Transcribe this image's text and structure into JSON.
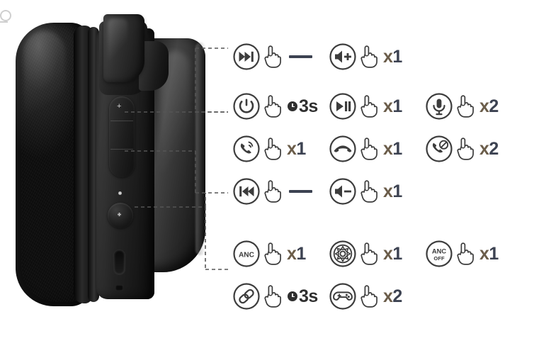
{
  "product": {
    "type": "over-ear-headphone",
    "view": "side-profile",
    "color": "black",
    "controls": [
      {
        "name": "volume-up-button",
        "glyph": "+"
      },
      {
        "name": "multifunction-button",
        "glyph": "O"
      },
      {
        "name": "volume-down-button",
        "glyph": "-"
      },
      {
        "name": "bluetooth-button",
        "glyph": "bluetooth-icon"
      },
      {
        "name": "led-indicator",
        "glyph": "led-dot"
      },
      {
        "name": "usb-c-port",
        "glyph": "usb-c-icon"
      },
      {
        "name": "microphone-hole",
        "glyph": "mic-hole"
      }
    ]
  },
  "legend": {
    "gesture_icon": "tap-hand-icon",
    "groups": [
      {
        "name": "upper-button-group",
        "items": [
          {
            "id": "next-track",
            "icon": "next-track-icon",
            "gesture": "tap-hand-icon",
            "action_type": "dash",
            "action_label": "—",
            "col": 0,
            "row": 0
          },
          {
            "id": "volume-up",
            "icon": "volume-up-icon",
            "gesture": "tap-hand-icon",
            "action_type": "count",
            "action_label": "x1",
            "count_x": "x",
            "count_n": "1",
            "col": 1,
            "row": 0
          }
        ]
      },
      {
        "name": "multifunction-button-group",
        "items": [
          {
            "id": "power",
            "icon": "power-icon",
            "gesture": "tap-hand-icon",
            "action_type": "timer",
            "action_label": "3s",
            "timer_label": "3s",
            "col": 0,
            "row": 1
          },
          {
            "id": "play-pause",
            "icon": "play-pause-icon",
            "gesture": "tap-hand-icon",
            "action_type": "count",
            "action_label": "x1",
            "count_x": "x",
            "count_n": "1",
            "col": 1,
            "row": 1
          },
          {
            "id": "mic-mute-toggle",
            "icon": "microphone-icon",
            "gesture": "tap-hand-icon",
            "action_type": "count",
            "action_label": "x2",
            "count_x": "x",
            "count_n": "2",
            "col": 2,
            "row": 1
          },
          {
            "id": "answer-call",
            "icon": "incoming-call-icon",
            "gesture": "tap-hand-icon",
            "action_type": "count",
            "action_label": "x1",
            "count_x": "x",
            "count_n": "1",
            "col": 0,
            "row": 2
          },
          {
            "id": "end-call",
            "icon": "end-call-icon",
            "gesture": "tap-hand-icon",
            "action_type": "count",
            "action_label": "x1",
            "count_x": "x",
            "count_n": "1",
            "col": 1,
            "row": 2
          },
          {
            "id": "reject-call",
            "icon": "reject-call-icon",
            "gesture": "tap-hand-icon",
            "action_type": "count",
            "action_label": "x2",
            "count_x": "x",
            "count_n": "2",
            "col": 2,
            "row": 2
          }
        ]
      },
      {
        "name": "lower-button-group",
        "items": [
          {
            "id": "previous-track",
            "icon": "previous-track-icon",
            "gesture": "tap-hand-icon",
            "action_type": "dash",
            "action_label": "—",
            "col": 0,
            "row": 3
          },
          {
            "id": "volume-down",
            "icon": "volume-down-icon",
            "gesture": "tap-hand-icon",
            "action_type": "count",
            "action_label": "x1",
            "count_x": "x",
            "count_n": "1",
            "col": 1,
            "row": 3
          }
        ]
      },
      {
        "name": "bluetooth-button-group",
        "items": [
          {
            "id": "anc-on",
            "icon": "anc-icon",
            "icon_text": "ANC",
            "gesture": "tap-hand-icon",
            "action_type": "count",
            "action_label": "x1",
            "count_x": "x",
            "count_n": "1",
            "col": 0,
            "row": 4
          },
          {
            "id": "transparency-mode",
            "icon": "transparency-icon",
            "gesture": "tap-hand-icon",
            "action_type": "count",
            "action_label": "x1",
            "count_x": "x",
            "count_n": "1",
            "col": 1,
            "row": 4
          },
          {
            "id": "anc-off",
            "icon": "anc-off-icon",
            "icon_text": "ANC",
            "icon_subtext": "OFF",
            "gesture": "tap-hand-icon",
            "action_type": "count",
            "action_label": "x1",
            "count_x": "x",
            "count_n": "1",
            "col": 2,
            "row": 4
          },
          {
            "id": "pairing-mode",
            "icon": "link-icon",
            "gesture": "tap-hand-icon",
            "action_type": "timer",
            "action_label": "3s",
            "timer_label": "3s",
            "col": 0,
            "row": 5
          },
          {
            "id": "game-mode",
            "icon": "gamepad-icon",
            "gesture": "tap-hand-icon",
            "action_type": "count",
            "action_label": "x2",
            "count_x": "x",
            "count_n": "2",
            "col": 1,
            "row": 5
          }
        ]
      }
    ]
  },
  "colors": {
    "background": "#ffffff",
    "icon_stroke": "#3c3c3c",
    "count_x": "#6b5d4a",
    "count_number": "#3c4251",
    "dash": "#3c4251",
    "timer": "#2f2f2f",
    "leader_line": "#555555"
  }
}
